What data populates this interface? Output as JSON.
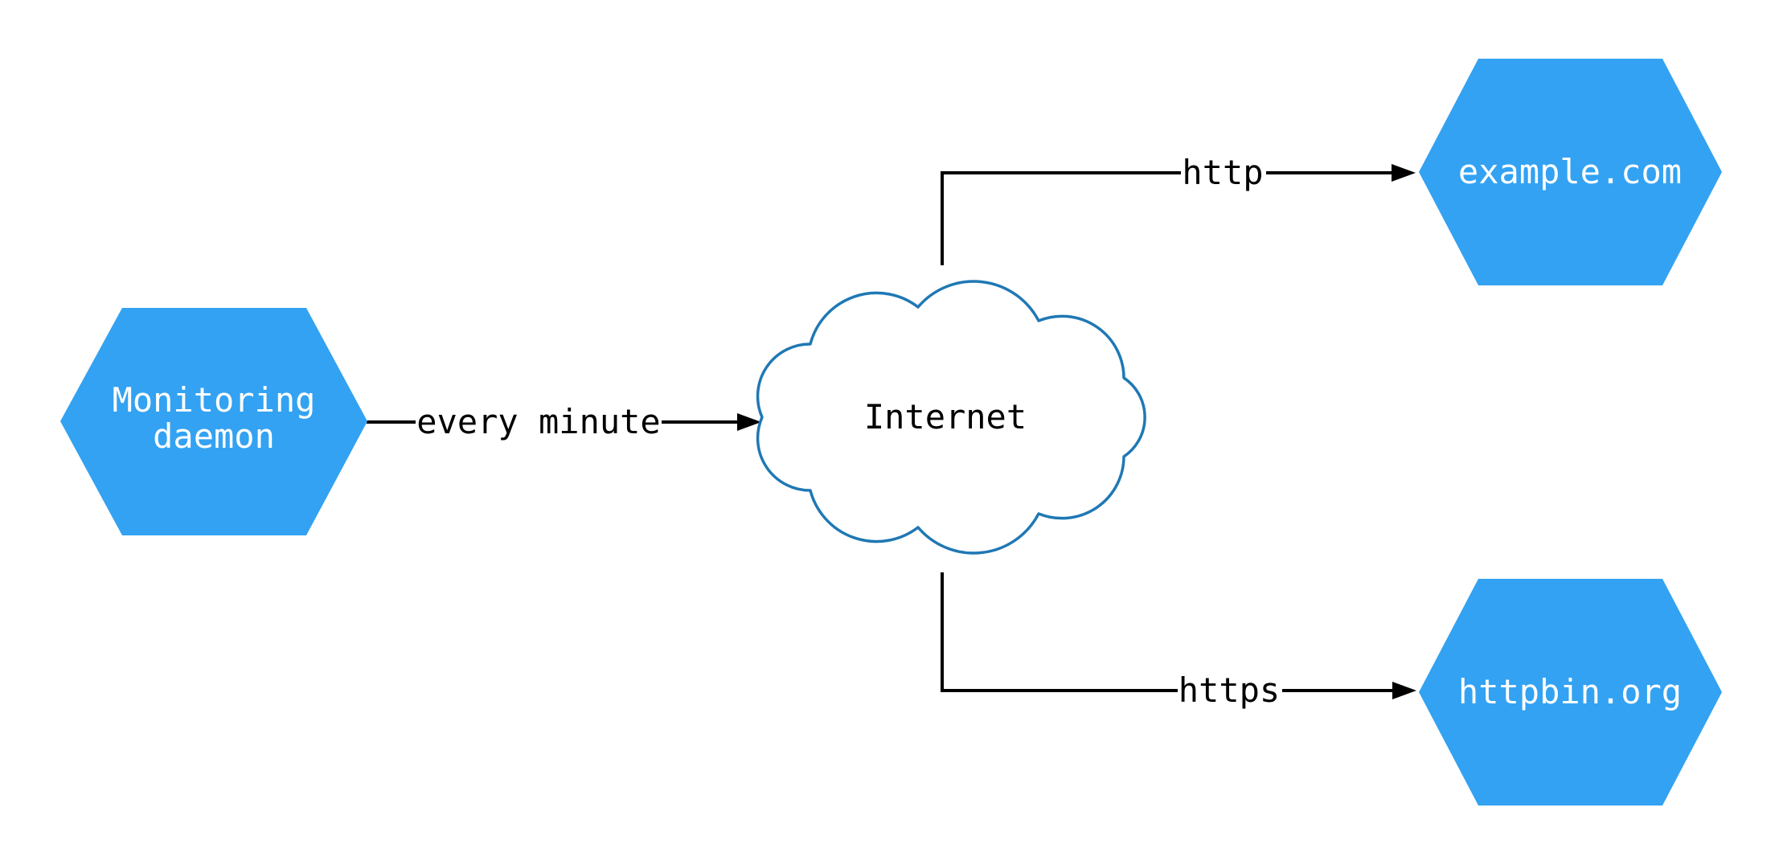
{
  "diagram": {
    "type": "network-architecture",
    "colors": {
      "node_fill": "#33a2f2",
      "node_text": "#ffffff",
      "cloud_stroke": "#1f78b4",
      "edge_color": "#000000",
      "background": "#ffffff"
    },
    "nodes": [
      {
        "id": "monitoring-daemon",
        "shape": "hexagon",
        "label": "Monitoring daemon",
        "lines": [
          "Monitoring",
          "daemon"
        ]
      },
      {
        "id": "internet",
        "shape": "cloud",
        "label": "Internet"
      },
      {
        "id": "example-com",
        "shape": "hexagon",
        "label": "example.com"
      },
      {
        "id": "httpbin-org",
        "shape": "hexagon",
        "label": "httpbin.org"
      }
    ],
    "edges": [
      {
        "from": "monitoring-daemon",
        "to": "internet",
        "label": "every minute"
      },
      {
        "from": "internet",
        "to": "example-com",
        "label": "http"
      },
      {
        "from": "internet",
        "to": "httpbin-org",
        "label": "https"
      }
    ]
  }
}
